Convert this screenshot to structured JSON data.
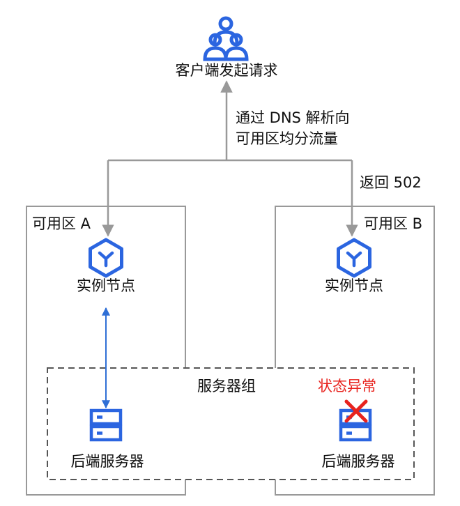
{
  "client_label": "客户端发起请求",
  "dns_line1": "通过 DNS 解析向",
  "dns_line2": "可用区均分流量",
  "return_label": "返回 502",
  "zone_a": {
    "title": "可用区 A",
    "instance_label": "实例节点"
  },
  "zone_b": {
    "title": "可用区 B",
    "instance_label": "实例节点"
  },
  "server_group": {
    "title": "服务器组",
    "left_server_label": "后端服务器",
    "right_server_label": "后端服务器",
    "right_status": "状态异常"
  },
  "colors": {
    "icon_blue": "#2b65e0",
    "line_gray": "#999999",
    "arrow_blue": "#2f6fd6",
    "error_red": "#e8231e"
  }
}
